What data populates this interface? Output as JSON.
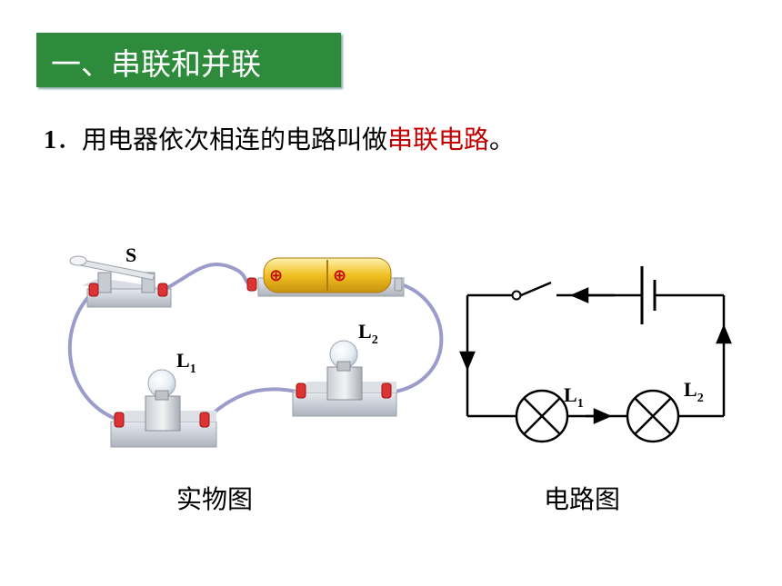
{
  "heading": "一、串联和并联",
  "sentence": {
    "number": "1",
    "prefix": "．用电器依次相连的电路叫做",
    "highlight": "串联电路",
    "suffix": "。"
  },
  "physical_diagram": {
    "switch_label": "S",
    "lamp1_label": "L",
    "lamp1_sub": "1",
    "lamp2_label": "L",
    "lamp2_sub": "2",
    "battery_symbol": "⊕",
    "caption": "实物图"
  },
  "schematic_diagram": {
    "lamp1_label": "L",
    "lamp1_sub": "1",
    "lamp2_label": "L",
    "lamp2_sub": "2",
    "caption": "电路图"
  },
  "colors": {
    "heading_bg": "#2e8b3b",
    "highlight": "#c00000",
    "wire": "#9c9ccc"
  }
}
